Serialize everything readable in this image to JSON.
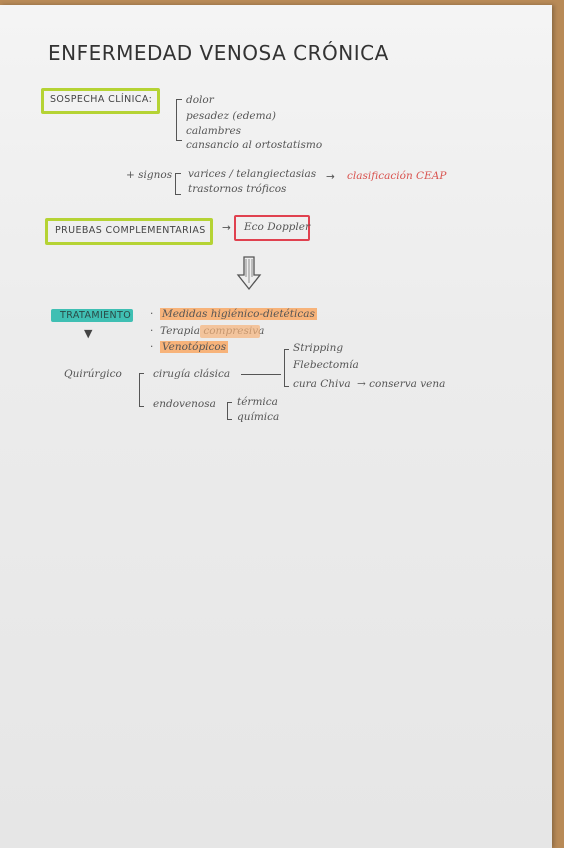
{
  "title": "ENFERMEDAD VENOSA CRÓNICA",
  "sospecha": {
    "label": "SOSPECHA CLÍNICA:",
    "items": [
      "dolor",
      "pesadez (edema)",
      "calambres",
      "cansancio al ortostatismo"
    ]
  },
  "signos": {
    "label": "+ signos",
    "items": [
      "varices / telangiectasias",
      "trastornos tróficos"
    ],
    "arrow": "→",
    "result": "clasificación CEAP"
  },
  "pruebas": {
    "label": "PRUEBAS COMPLEMENTARIAS",
    "arrow": "→",
    "result": "Eco Doppler"
  },
  "tratamiento": {
    "label": "TRATAMIENTO",
    "items": [
      "Medidas higiénico-dietéticas",
      "Terapia compresiva",
      "Venotópicos"
    ],
    "bullet": "·",
    "quirurgico": {
      "label": "Quirúrgico",
      "cirugia": "cirugía clásica",
      "cirugia_items": [
        "Stripping",
        "Flebectomía",
        "cura Chiva"
      ],
      "chiva_note": "→ conserva vena",
      "endovenosa": "endovenosa",
      "endo_items": [
        "térmica",
        "química"
      ]
    }
  },
  "colors": {
    "green_box": "#b5d334",
    "red_box": "#e0414f",
    "teal_highlight": "#3fbfb3",
    "orange_highlight": "#f7b37a",
    "red_text": "#d9534f"
  }
}
